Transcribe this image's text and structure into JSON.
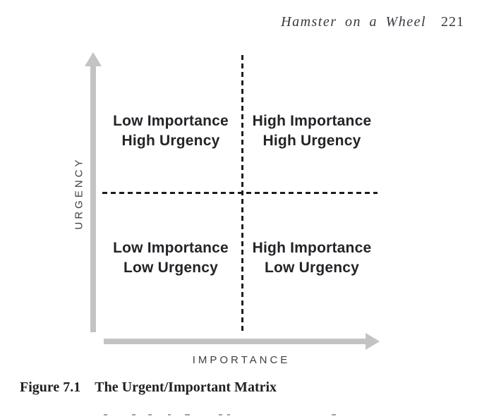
{
  "page": {
    "running_head": "Hamster on a Wheel",
    "page_number": "221"
  },
  "diagram": {
    "type": "quadrant-matrix",
    "y_axis_label": "URGENCY",
    "x_axis_label": "IMPORTANCE",
    "quadrants": {
      "top_left": {
        "line1": "Low Importance",
        "line2": "High Urgency"
      },
      "top_right": {
        "line1": "High Importance",
        "line2": "High Urgency"
      },
      "bottom_left": {
        "line1": "Low Importance",
        "line2": "Low Urgency"
      },
      "bottom_right": {
        "line1": "High Importance",
        "line2": "Low Urgency"
      }
    },
    "colors": {
      "axis_arrow": "#c3c3c5",
      "divider": "#1d1d1d",
      "quadrant_text": "#262228",
      "axis_title_text": "#3d3f44"
    }
  },
  "caption": {
    "figure_label": "Figure 7.1",
    "figure_title": "The Urgent/Important Matrix"
  }
}
